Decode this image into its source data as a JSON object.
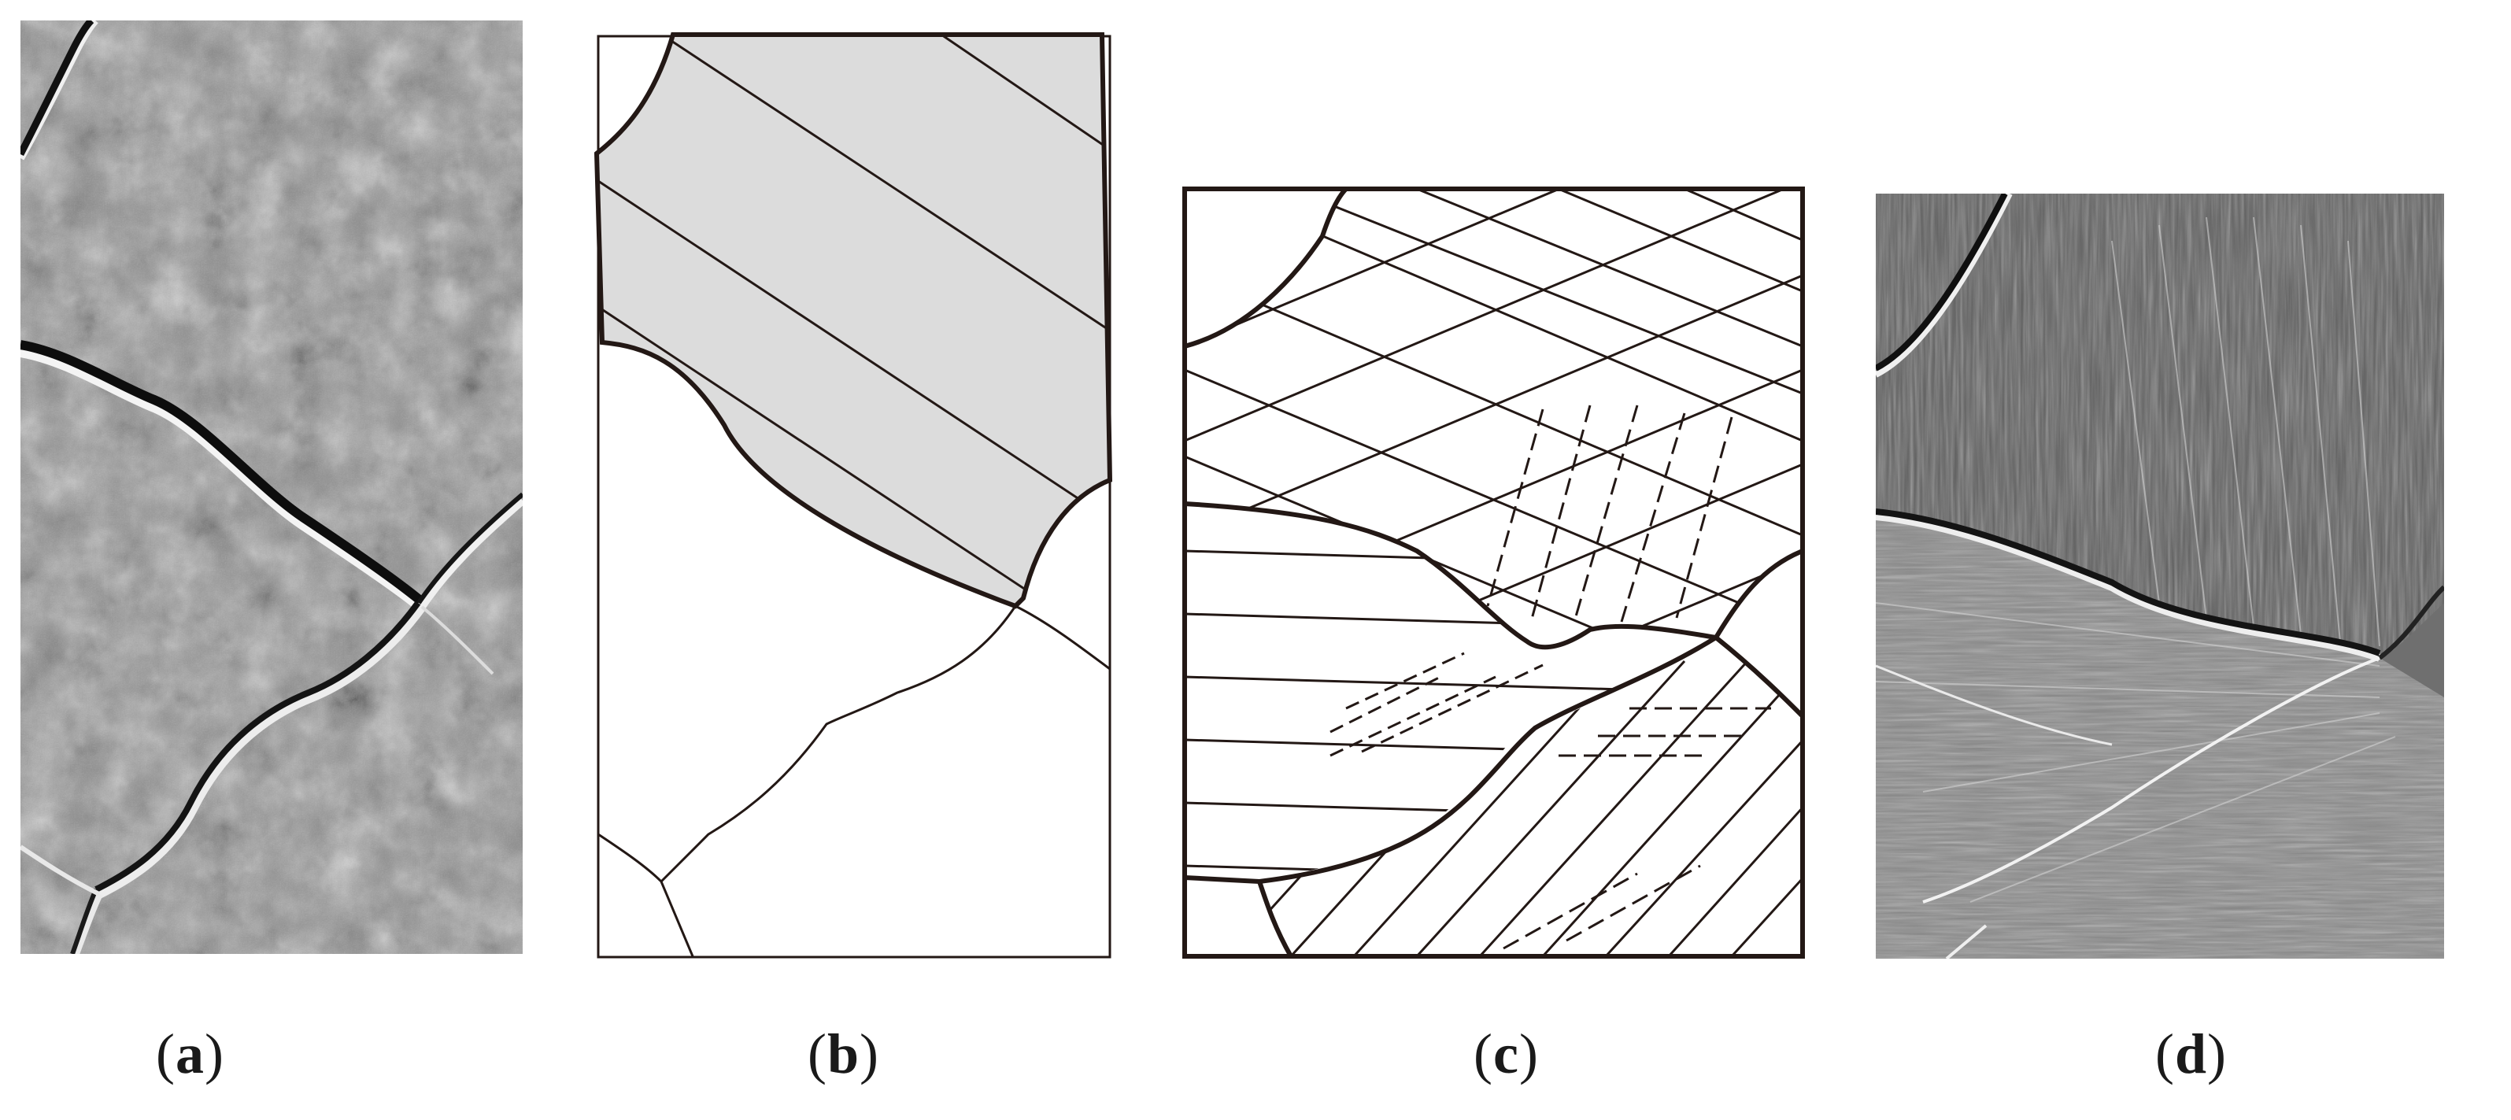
{
  "panels": [
    {
      "id": "a",
      "caption": {
        "open": "(",
        "letter": "a",
        "close": ")"
      }
    },
    {
      "id": "b",
      "caption": {
        "open": "(",
        "letter": "b",
        "close": ")"
      }
    },
    {
      "id": "c",
      "caption": {
        "open": "(",
        "letter": "c",
        "close": ")"
      }
    },
    {
      "id": "d",
      "caption": {
        "open": "(",
        "letter": "d",
        "close": ")"
      }
    }
  ],
  "colors": {
    "ink": "#231815",
    "grain_fill": "#dcdcdc",
    "micrograph_dark": "#3a3a3a",
    "micrograph_light": "#a9a9a9"
  }
}
